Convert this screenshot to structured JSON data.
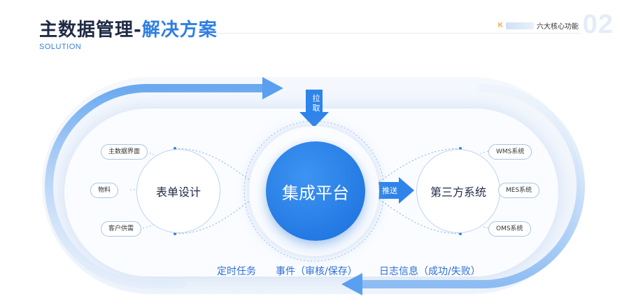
{
  "header": {
    "title_main": "主数据管理-",
    "title_accent": "解决方案",
    "subtitle": "SOLUTION",
    "brand": "K",
    "section_label": "六大核心功能",
    "page_number": "02"
  },
  "diagram": {
    "center": "集成平台",
    "left": {
      "label": "表单设计",
      "tags": [
        "主数据界面",
        "物料",
        "客户供需"
      ]
    },
    "right": {
      "label": "第三方系统",
      "tags": [
        "WMS系统",
        "MES系统",
        "OMS系统"
      ]
    },
    "pull_label": "拉取",
    "push_label": "推送",
    "bottom": [
      "定时任务",
      "事件（审核/保存）",
      "日志信息（成功/失败）"
    ]
  },
  "colors": {
    "accent": "#2f7fe3",
    "dark": "#1f2a44",
    "arrow": "#2f84ea",
    "brand": "#f0a64b"
  }
}
